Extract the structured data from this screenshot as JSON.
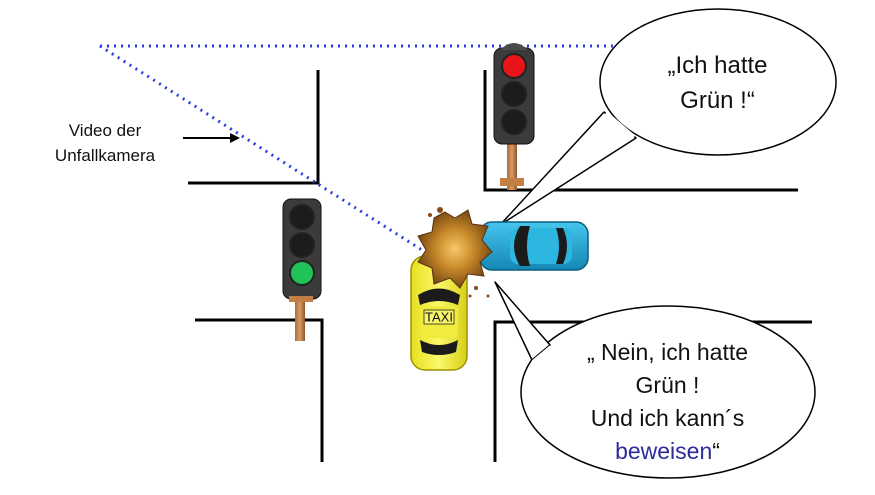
{
  "camera_label": {
    "line1": "Video der",
    "line2": "Unfallkamera"
  },
  "bubble_top": {
    "line1": "„Ich hatte",
    "line2": "Grün !“"
  },
  "bubble_bottom": {
    "line1": "„ Nein, ich hatte",
    "line2": "Grün !",
    "line3": "Und ich kann´s",
    "line4_highlight": "beweisen",
    "line4_quote": "“"
  },
  "taxi_sign": "TAXI",
  "traffic_lights": {
    "top_right": {
      "lit": "red"
    },
    "left": {
      "lit": "green"
    }
  },
  "colors": {
    "red_light": "#e8141a",
    "green_light": "#21c25a",
    "taxi": "#f4ee36",
    "blue_car": "#1fa6d2",
    "camera_line": "#2a3ee0",
    "highlight_text": "#2b2b9c"
  },
  "icons": [
    "traffic-light-icon",
    "taxi-car-icon",
    "blue-car-icon",
    "explosion-icon",
    "arrow-icon"
  ]
}
